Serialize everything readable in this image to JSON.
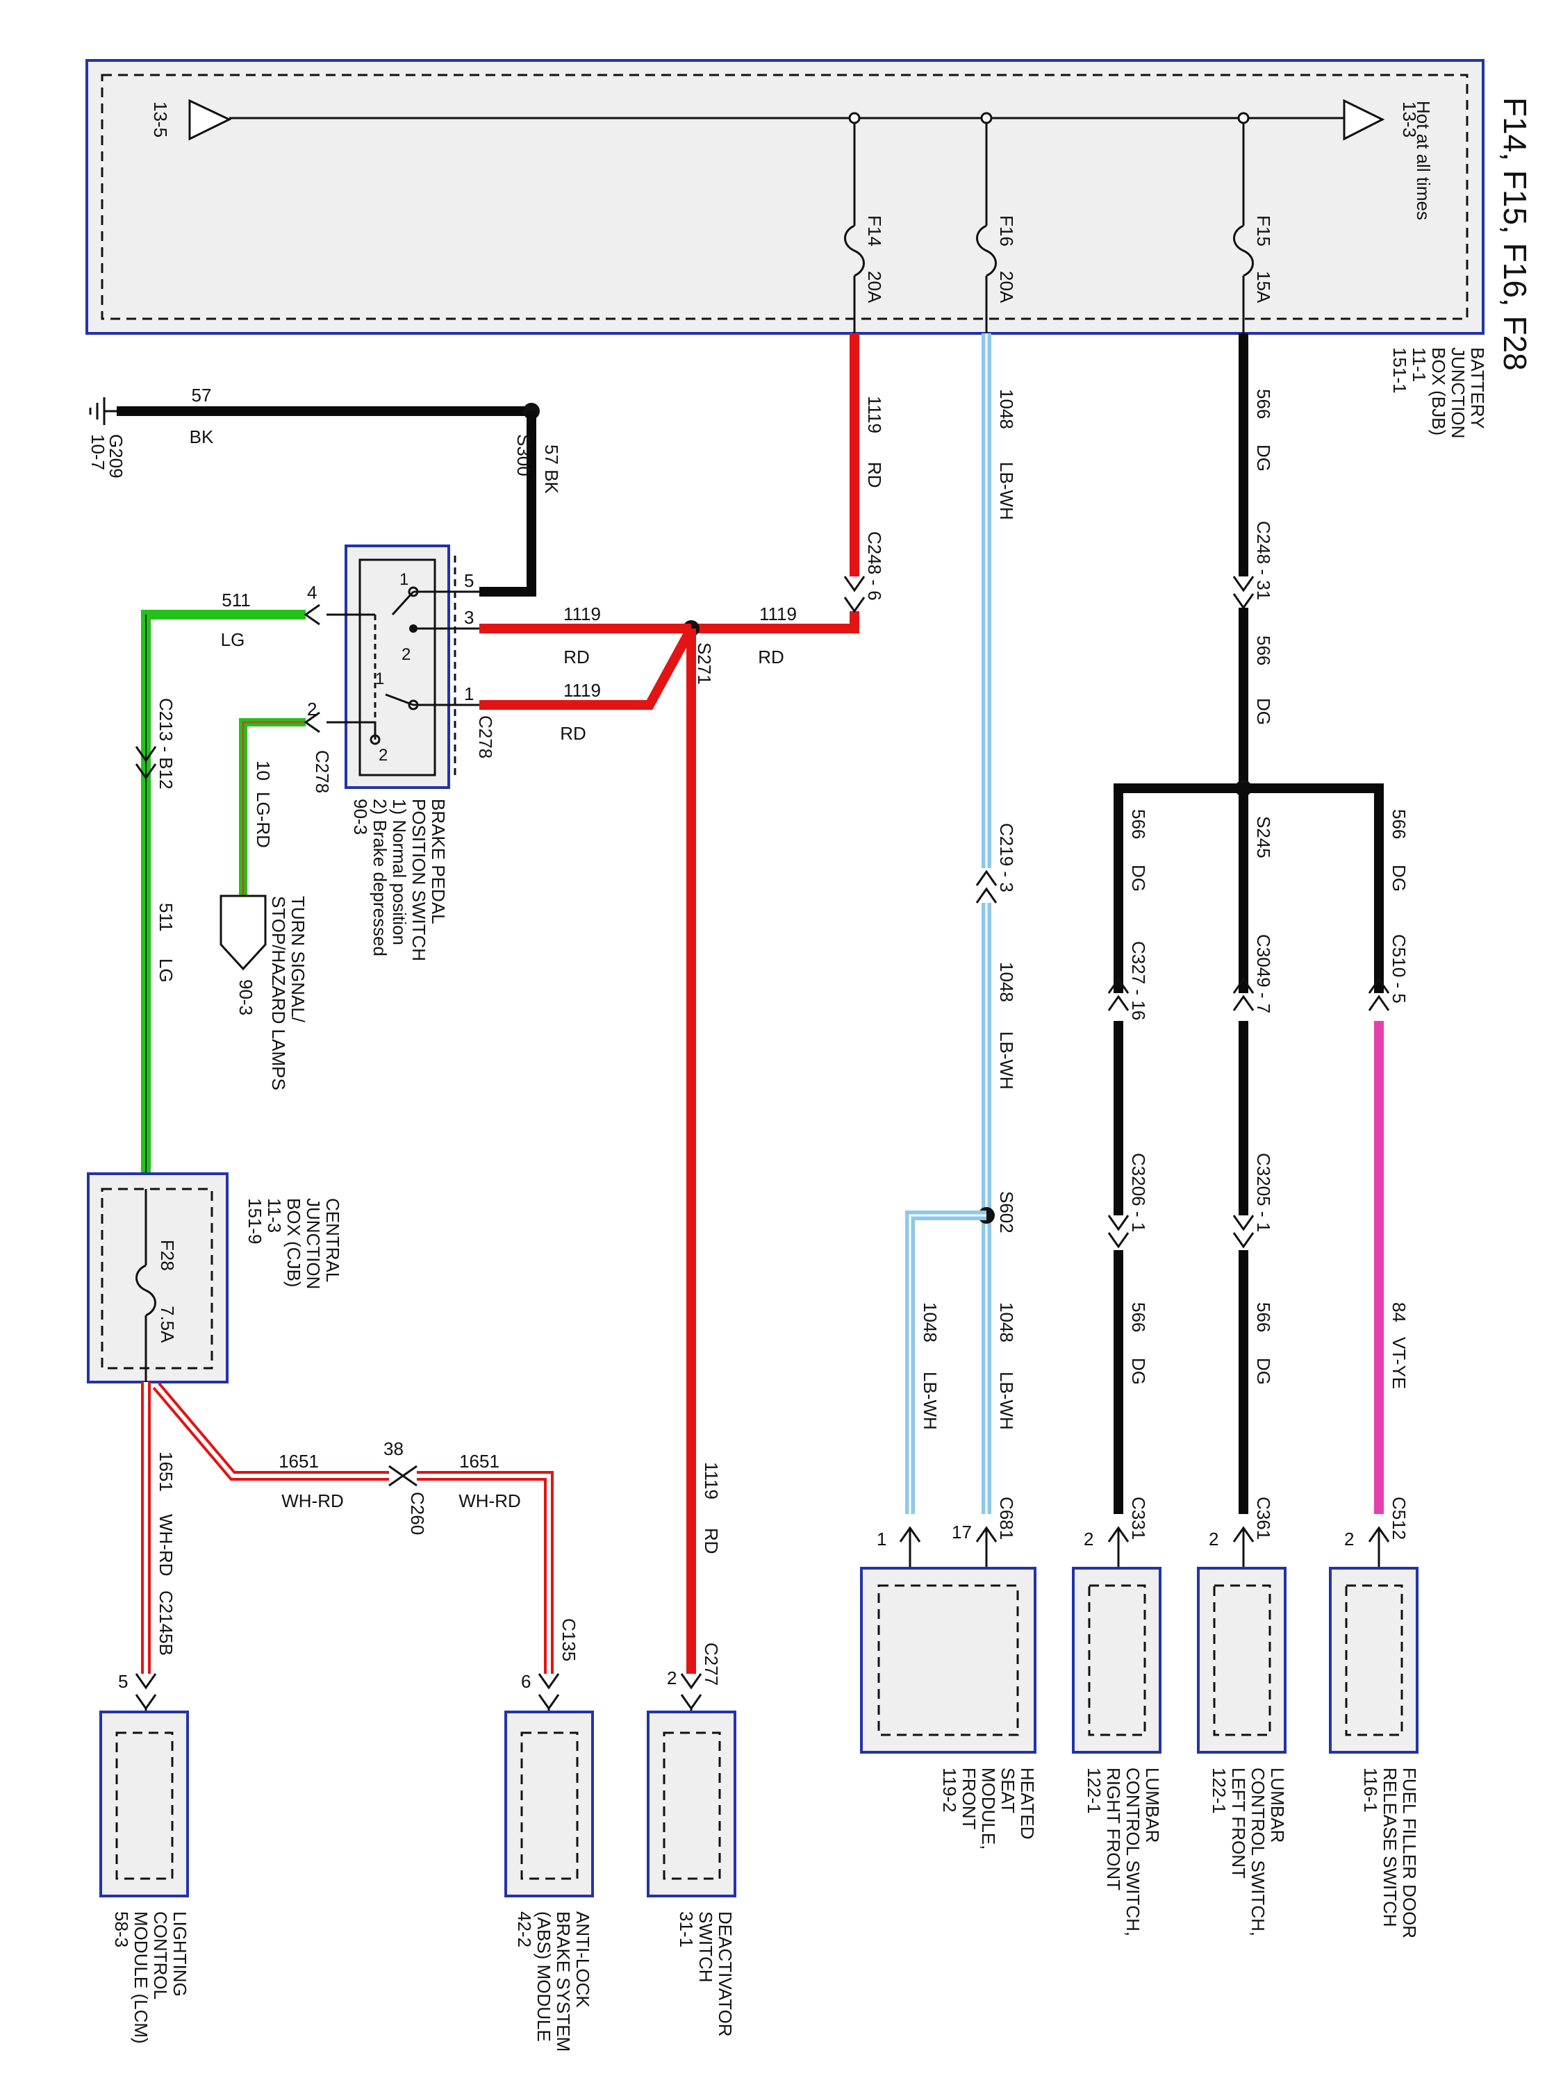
{
  "title": "F14, F15, F16, F28",
  "colors": {
    "box_border": "#2233aa",
    "box_fill": "#efefef",
    "wire_black": "#0a0a0a",
    "wire_red": "#e31414",
    "wire_green": "#22c21a",
    "wire_lightblue": "#8ec8e8",
    "wire_violet_yellow": "#e63fae",
    "wire_white": "#ffffff",
    "wire_lg_rd_stripe": "#b5532a"
  },
  "bjb": {
    "label": [
      "BATTERY",
      "JUNCTION",
      "BOX (BJB)",
      "11-1",
      "151-1"
    ],
    "hot_label": "Hot at all times",
    "ref_left": "13-5",
    "ref_right": "13-3",
    "fuses": [
      {
        "name": "F14",
        "rating": "20A"
      },
      {
        "name": "F16",
        "rating": "20A"
      },
      {
        "name": "F15",
        "rating": "15A"
      }
    ]
  },
  "ground": {
    "wire_num": "57",
    "color": "BK",
    "ground_id": "G209",
    "ref": "10-7",
    "splice": "S300",
    "riser_label": "57  BK"
  },
  "fuse_circuits": {
    "f14": {
      "circuit": "1119",
      "color": "RD",
      "connector": "C248 - 6"
    },
    "f16": {
      "circuit": "1048",
      "color": "LB-WH"
    },
    "f15": {
      "circuit": "566",
      "color": "DG",
      "connector": "C248 - 31"
    }
  },
  "brake_switch": {
    "label": [
      "BRAKE PEDAL",
      "POSITION SWITCH",
      "1) Normal position",
      "2) Brake depressed",
      "90-3"
    ],
    "connector": "C278",
    "pins": [
      "5",
      "3",
      "1",
      "4",
      "2"
    ],
    "contact_labels": [
      "1",
      "2",
      "1",
      "2"
    ]
  },
  "rd_wires": {
    "circuit": "1119",
    "color": "RD",
    "splice": "S271"
  },
  "green_wire": {
    "circuit": "511",
    "color": "LG",
    "connector": "C213 - B12"
  },
  "lgrd_wire": {
    "circuit": "10",
    "color": "LG-RD",
    "connector": "C278"
  },
  "turn_signal": {
    "label": [
      "TURN SIGNAL/",
      "STOP/HAZARD LAMPS"
    ],
    "ref": "90-3"
  },
  "cjb": {
    "label": [
      "CENTRAL",
      "JUNCTION",
      "BOX (CJB)",
      "11-3",
      "151-9"
    ],
    "fuse": "F28",
    "rating": "7.5A"
  },
  "whrd_wire": {
    "circuit": "1651",
    "color": "WH-RD",
    "connector_c260": "C260",
    "pin_38": "38",
    "connector_c2145b": "C2145B",
    "connector_c135": "C135"
  },
  "dg_branch": {
    "splice": "S245",
    "circuit": "566",
    "color": "DG"
  },
  "connectors": {
    "c510": "C510 - 5",
    "c3049": "C3049 - 7",
    "c327": "C327 - 16",
    "c3205": "C3205 - 1",
    "c3206": "C3206 - 1",
    "c219": "C219 - 3",
    "c512": "C512",
    "c361": "C361",
    "c331": "C331",
    "c681": "C681",
    "c277": "C277"
  },
  "vt_ye": {
    "circuit": "84",
    "color": "VT-YE"
  },
  "s602": "S602",
  "pins": {
    "two": "2",
    "one": "1",
    "seventeen": "17",
    "six": "6",
    "five": "5"
  },
  "modules": {
    "fuel_filler": [
      "FUEL FILLER DOOR",
      "RELEASE SWITCH",
      "116-1"
    ],
    "lumbar_left": [
      "LUMBAR",
      "CONTROL SWITCH,",
      "LEFT FRONT",
      "122-1"
    ],
    "lumbar_right": [
      "LUMBAR",
      "CONTROL SWITCH,",
      "RIGHT FRONT",
      "122-1"
    ],
    "heated_seat": [
      "HEATED",
      "SEAT",
      "MODULE,",
      "FRONT",
      "119-2"
    ],
    "deactivator": [
      "DEACTIVATOR",
      "SWITCH",
      "31-1"
    ],
    "abs": [
      "ANTI-LOCK",
      "BRAKE SYSTEM",
      "(ABS) MODULE",
      "42-2"
    ],
    "lcm": [
      "LIGHTING",
      "CONTROL",
      "MODULE (LCM)",
      "58-3"
    ]
  }
}
